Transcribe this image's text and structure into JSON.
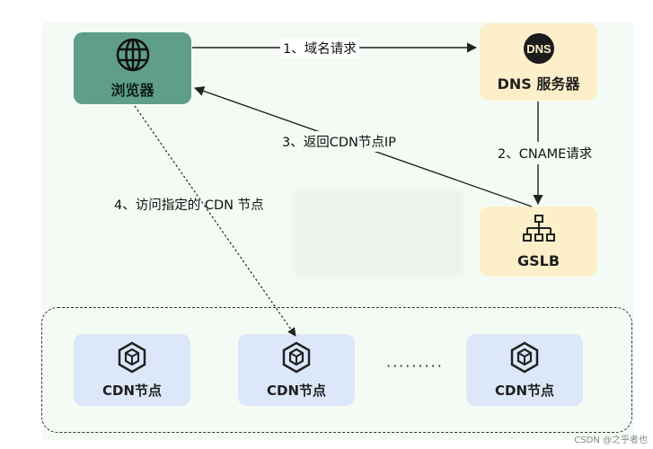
{
  "nodes": {
    "browser": {
      "label": "浏览器",
      "icon": "globe-icon"
    },
    "dns": {
      "label": "DNS 服务器",
      "icon": "dns-icon"
    },
    "gslb": {
      "label": "GSLB",
      "icon": "network-hierarchy-icon"
    },
    "cdn_nodes": [
      {
        "label": "CDN节点",
        "icon": "cube-icon"
      },
      {
        "label": "CDN节点",
        "icon": "cube-icon"
      },
      {
        "label": "CDN节点",
        "icon": "cube-icon"
      }
    ]
  },
  "edges": [
    {
      "label": "1、域名请求",
      "from": "browser",
      "to": "dns"
    },
    {
      "label": "2、CNAME请求",
      "from": "dns",
      "to": "gslb"
    },
    {
      "label": "3、返回CDN节点IP",
      "from": "gslb",
      "to": "browser"
    },
    {
      "label": "4、访问指定的 CDN 节点",
      "from": "browser",
      "to": "cdn_nodes.1"
    }
  ],
  "ellipsis": "·········",
  "watermark": "CSDN @之乎者也",
  "colors": {
    "browser": "#5e9e8b",
    "server": "#fdefc9",
    "cdn": "#dce8fa",
    "panel": "#f4fbf4"
  }
}
